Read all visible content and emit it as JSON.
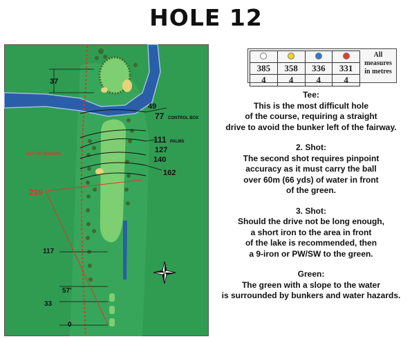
{
  "title": "HOLE 12",
  "colors": {
    "map_background": "#2e9a50",
    "fairway": "#7ecf72",
    "water": "#2a5ea8",
    "bunker": "#e8d27a",
    "out_of_bounds_line": "#d33b2a",
    "trees": "#3d6b2e"
  },
  "tees": [
    {
      "color_name": "white",
      "color": "#ffffff",
      "distance": "385",
      "par": "4"
    },
    {
      "color_name": "yellow",
      "color": "#f2d21b",
      "distance": "358",
      "par": "4"
    },
    {
      "color_name": "blue",
      "color": "#2f76d2",
      "distance": "336",
      "par": "4"
    },
    {
      "color_name": "red",
      "color": "#e0402c",
      "distance": "331",
      "par": "4"
    }
  ],
  "measure_note": {
    "line1": "All",
    "line2": "measures",
    "line3": "in metres"
  },
  "map": {
    "out_of_bounds_label": "OUT OF BOUNDS",
    "distance_labels": {
      "d37": "37",
      "d49": "49",
      "d77": "77",
      "control_box": "CONTROL BOX",
      "d111": "111",
      "palms": "PALMS",
      "d127": "127",
      "d140": "140",
      "d162": "162",
      "d239": "239",
      "d117": "117",
      "d57": "57'",
      "d33": "33",
      "d0": "0"
    },
    "compass_icon": "compass-rose-icon"
  },
  "description": {
    "tee": {
      "heading": "Tee:",
      "lines": [
        "This is the most difficult hole",
        "of the course, requiring a straight",
        "drive to avoid the bunker left of the fairway."
      ]
    },
    "shot2": {
      "heading": "2. Shot:",
      "lines": [
        "The second shot requires pinpoint",
        "accuracy as it must carry the ball",
        "over 60m (66 yds) of water in front",
        "of the green."
      ]
    },
    "shot3": {
      "heading": "3. Shot:",
      "lines": [
        "Should the drive not be long enough,",
        "a short iron to the area in front",
        "of the lake is recommended, then",
        "a 9-iron or PW/SW to the green."
      ]
    },
    "green": {
      "heading": "Green:",
      "lines": [
        "The green with a slope to the water",
        "is surrounded by bunkers and water hazards."
      ]
    }
  }
}
